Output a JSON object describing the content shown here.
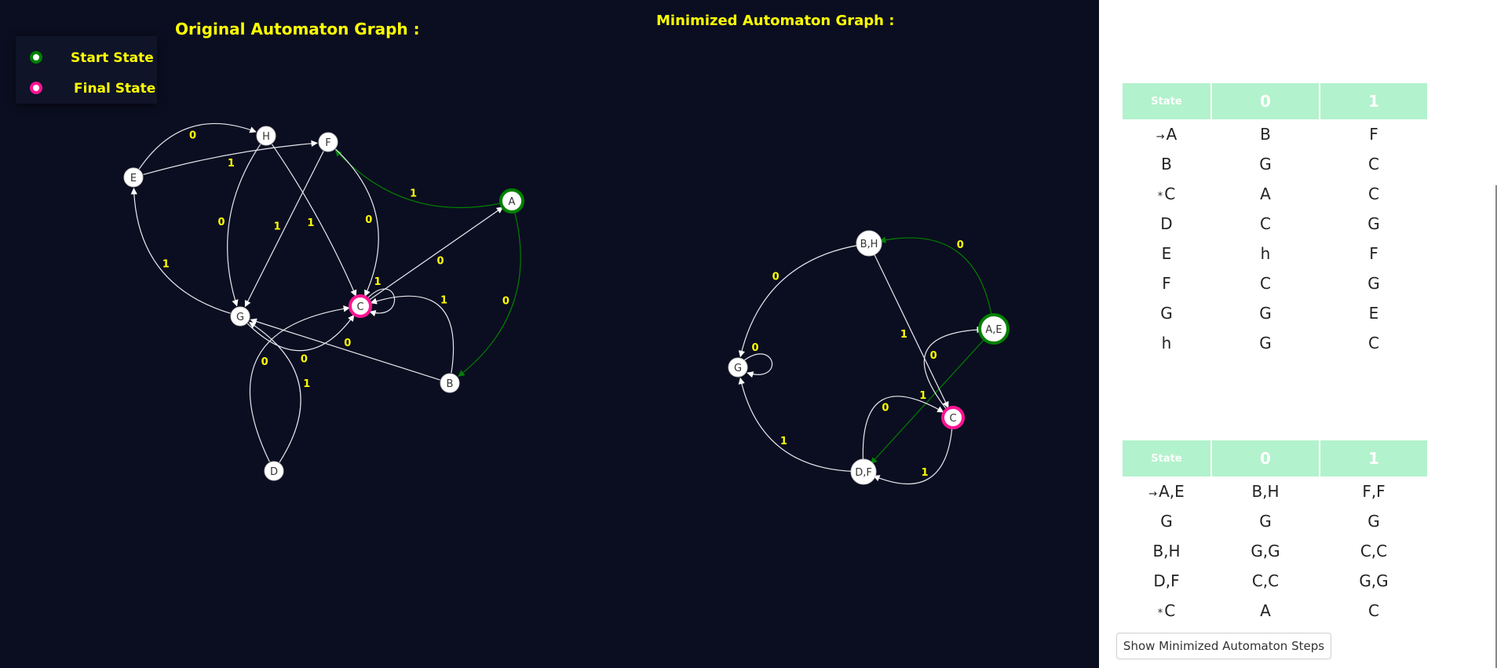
{
  "titles": {
    "original": "Original Automaton Graph :",
    "minimized": "Minimized Automaton Graph :"
  },
  "legend": {
    "start_label": "Start State",
    "final_label": "Final State"
  },
  "colors": {
    "start": "#008000",
    "final": "#ff1493",
    "edge_label": "#ffff00",
    "table_header": "#b2f2cc"
  },
  "original_graph": {
    "nodes": [
      {
        "id": "A",
        "label": "A",
        "type": "start"
      },
      {
        "id": "B",
        "label": "B",
        "type": "normal"
      },
      {
        "id": "C",
        "label": "C",
        "type": "final"
      },
      {
        "id": "D",
        "label": "D",
        "type": "normal"
      },
      {
        "id": "E",
        "label": "E",
        "type": "normal"
      },
      {
        "id": "F",
        "label": "F",
        "type": "normal"
      },
      {
        "id": "G",
        "label": "G",
        "type": "normal"
      },
      {
        "id": "H",
        "label": "H",
        "type": "normal"
      }
    ],
    "edges": [
      {
        "from": "A",
        "to": "B",
        "label": "0"
      },
      {
        "from": "A",
        "to": "F",
        "label": "1"
      },
      {
        "from": "E",
        "to": "H",
        "label": "0"
      },
      {
        "from": "E",
        "to": "F",
        "label": "1"
      },
      {
        "from": "H",
        "to": "G",
        "label": "0"
      },
      {
        "from": "H",
        "to": "C",
        "label": "1"
      },
      {
        "from": "F",
        "to": "G",
        "label": "1"
      },
      {
        "from": "F",
        "to": "C",
        "label": "0"
      },
      {
        "from": "C",
        "to": "A",
        "label": "0"
      },
      {
        "from": "C",
        "to": "C",
        "label": "1"
      },
      {
        "from": "G",
        "to": "E",
        "label": "1"
      },
      {
        "from": "G",
        "to": "C",
        "label": "0"
      },
      {
        "from": "B",
        "to": "G",
        "label": "0"
      },
      {
        "from": "B",
        "to": "C",
        "label": "1"
      },
      {
        "from": "D",
        "to": "G",
        "label": "1"
      },
      {
        "from": "D",
        "to": "C",
        "label": "0"
      }
    ]
  },
  "minimized_graph": {
    "nodes": [
      {
        "id": "BH",
        "label": "B,H",
        "type": "normal"
      },
      {
        "id": "AE",
        "label": "A,E",
        "type": "start"
      },
      {
        "id": "G",
        "label": "G",
        "type": "normal"
      },
      {
        "id": "C",
        "label": "C",
        "type": "final"
      },
      {
        "id": "DF",
        "label": "D,F",
        "type": "normal"
      }
    ],
    "edges": [
      {
        "from": "AE",
        "to": "BH",
        "label": "0"
      },
      {
        "from": "AE",
        "to": "DF",
        "label": "1"
      },
      {
        "from": "BH",
        "to": "G",
        "label": "0"
      },
      {
        "from": "BH",
        "to": "C",
        "label": "1"
      },
      {
        "from": "G",
        "to": "G",
        "label": "0"
      },
      {
        "from": "DF",
        "to": "G",
        "label": "1"
      },
      {
        "from": "DF",
        "to": "C",
        "label": "0"
      },
      {
        "from": "C",
        "to": "DF",
        "label": "1"
      },
      {
        "from": "C",
        "to": "AE",
        "label": "0"
      }
    ]
  },
  "original_table": {
    "headers": [
      "State",
      "0",
      "1"
    ],
    "rows": [
      {
        "prefix": "→",
        "state": "A",
        "c0": "B",
        "c1": "F"
      },
      {
        "prefix": "",
        "state": "B",
        "c0": "G",
        "c1": "C"
      },
      {
        "prefix": "*",
        "state": "C",
        "c0": "A",
        "c1": "C"
      },
      {
        "prefix": "",
        "state": "D",
        "c0": "C",
        "c1": "G"
      },
      {
        "prefix": "",
        "state": "E",
        "c0": "h",
        "c1": "F"
      },
      {
        "prefix": "",
        "state": "F",
        "c0": "C",
        "c1": "G"
      },
      {
        "prefix": "",
        "state": "G",
        "c0": "G",
        "c1": "E"
      },
      {
        "prefix": "",
        "state": "h",
        "c0": "G",
        "c1": "C"
      }
    ]
  },
  "minimized_table": {
    "headers": [
      "State",
      "0",
      "1"
    ],
    "rows": [
      {
        "prefix": "→",
        "state": "A,E",
        "c0": "B,H",
        "c1": "F,F"
      },
      {
        "prefix": "",
        "state": "G",
        "c0": "G",
        "c1": "G"
      },
      {
        "prefix": "",
        "state": "B,H",
        "c0": "G,G",
        "c1": "C,C"
      },
      {
        "prefix": "",
        "state": "D,F",
        "c0": "C,C",
        "c1": "G,G"
      },
      {
        "prefix": "*",
        "state": "C",
        "c0": "A",
        "c1": "C"
      }
    ]
  },
  "button": {
    "steps_label": "Show Minimized Automaton Steps"
  }
}
